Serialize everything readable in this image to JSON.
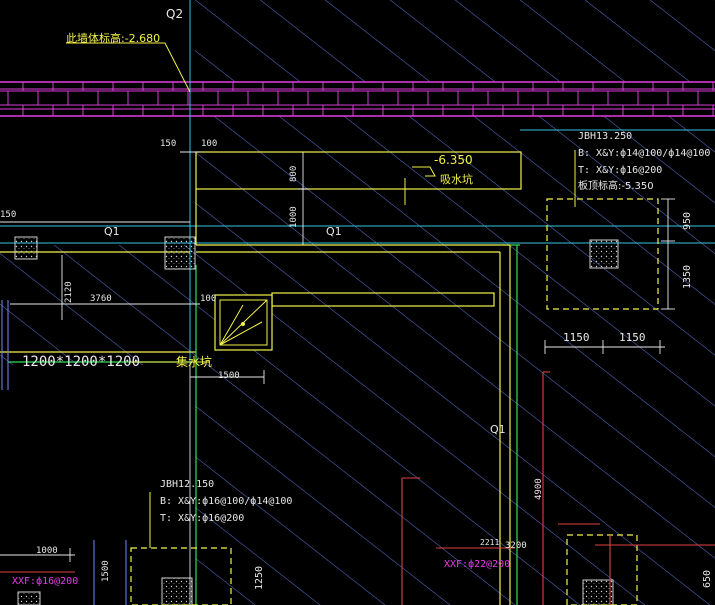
{
  "colors": {
    "background": "#000000",
    "hatch": "#5a6cc8",
    "yellow": "#f2f24a",
    "white": "#e8e8e8",
    "cyan": "#33c4e0",
    "green": "#2ee05a",
    "magenta": "#e23ee2",
    "red": "#e04040",
    "blue": "#6a7ee8"
  },
  "labels": {
    "grid_q2_top": "Q2",
    "wall_elev_note": "此墙体标高:-2.680",
    "dim_150_top": "150",
    "dim_100_top": "100",
    "dim_800": "800",
    "dim_1000": "1000",
    "elev_sump": "-6.350",
    "sump_label": "吸水坑",
    "grid_q1_left": "Q1",
    "grid_q1_mid": "Q1",
    "grid_q1_right": "Q1",
    "dim_150_left": "150",
    "dim_2120": "2120",
    "dim_3760": "3760",
    "dim_100_mid": "100",
    "pit_size": "1200*1200*1200",
    "pit_label": "集水坑",
    "dim_1500": "1500",
    "jbh_right_title": "JBH13.250",
    "jbh_right_b": "B: X&Y:ф14@100/ф14@100",
    "jbh_right_t": "T: X&Y:ф16@200",
    "jbh_right_elev": "板顶标高:-5.350",
    "dim_950": "950",
    "dim_1350": "1350",
    "dim_1150_l": "1150",
    "dim_1150_r": "1150",
    "jbh_left_title": "JBH12.150",
    "jbh_left_b": "B: X&Y:ф16@100/ф14@100",
    "jbh_left_t": "T: X&Y:ф16@200",
    "dim_1000_bottom": "1000",
    "xxf_left": "XXF:ф16@200",
    "dim_1500_bottom": "1500",
    "dim_1250": "1250",
    "dim_4900": "4900",
    "dim_2211": "2211",
    "dim_3200": "3200",
    "xxf_right": "XXF:ф22@200",
    "dim_650": "650"
  }
}
